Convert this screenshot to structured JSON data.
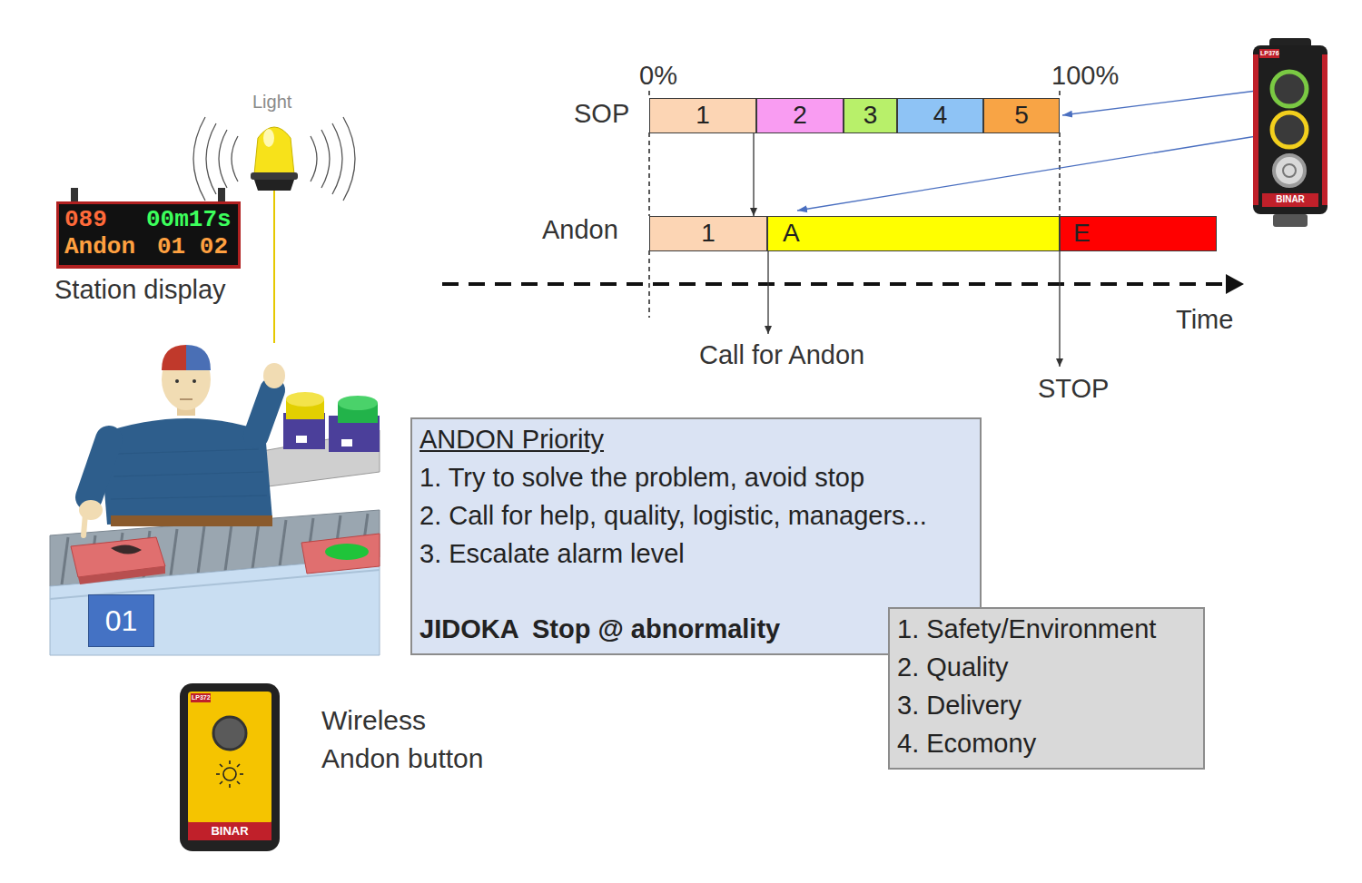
{
  "diagram": {
    "nodes": [
      {
        "text": [
          "089",
          "00m17s",
          "Andon",
          "01 02"
        ]
      },
      {
        "text": [
          "1"
        ]
      },
      {
        "text": [
          "2"
        ]
      },
      {
        "text": [
          "3"
        ]
      },
      {
        "text": [
          "4"
        ]
      },
      {
        "text": [
          "5"
        ]
      },
      {
        "text": [
          "1"
        ]
      },
      {
        "text": [
          "A"
        ]
      },
      {
        "text": [
          "E"
        ]
      },
      {
        "text": [
          "01"
        ]
      },
      {
        "text": [
          "ANDON Priority",
          "1. Try to solve the problem, avoid stop",
          "2. Call for help, quality, logistic, managers...",
          "3. Escalate alarm level",
          "JIDOKA",
          "Stop @ abnormality"
        ]
      },
      {
        "text": [
          "1. Safety/Environment",
          "2. Quality",
          "3. Delivery",
          "4. Ecomony"
        ]
      }
    ],
    "edges": [
      {
        "from": 1,
        "to": 6,
        "arrow": "to"
      }
    ],
    "labels": [
      "Light",
      "0%",
      "100%",
      "SOP",
      "Andon",
      "Station display",
      "Time",
      "Call for Andon",
      "STOP",
      "LP376",
      "BINAR",
      "LP372",
      "BINAR",
      "Wireless Andon button"
    ]
  }
}
